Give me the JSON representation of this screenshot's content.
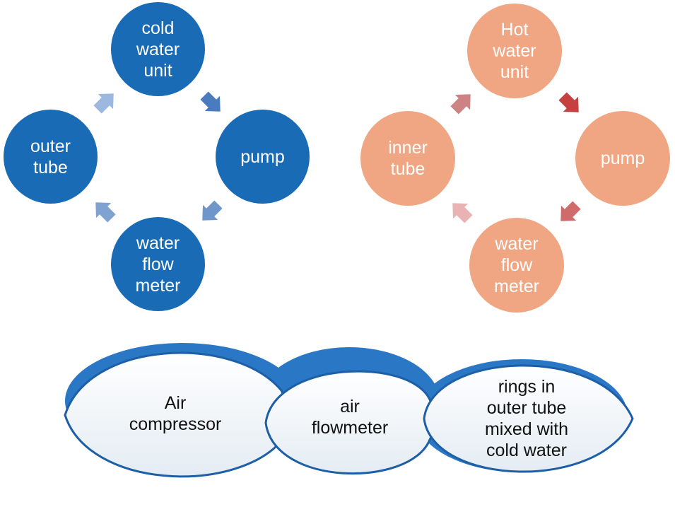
{
  "cold_cycle": {
    "color": "#1a6bb5",
    "nodes": {
      "cold_water_unit": "cold\nwater\nunit",
      "pump": "pump",
      "water_flow_meter": "water\nflow\nmeter",
      "outer_tube": "outer\ntube"
    }
  },
  "hot_cycle": {
    "color": "#f0a683",
    "nodes": {
      "hot_water_unit": "Hot\nwater\nunit",
      "pump": "pump",
      "water_flow_meter": "water\nflow\nmeter",
      "inner_tube": "inner\ntube"
    }
  },
  "air_process": {
    "steps": {
      "air_compressor": "Air\ncompressor",
      "air_flowmeter": "air\nflowmeter",
      "rings": "rings in\nouter tube\nmixed with\ncold water"
    }
  }
}
